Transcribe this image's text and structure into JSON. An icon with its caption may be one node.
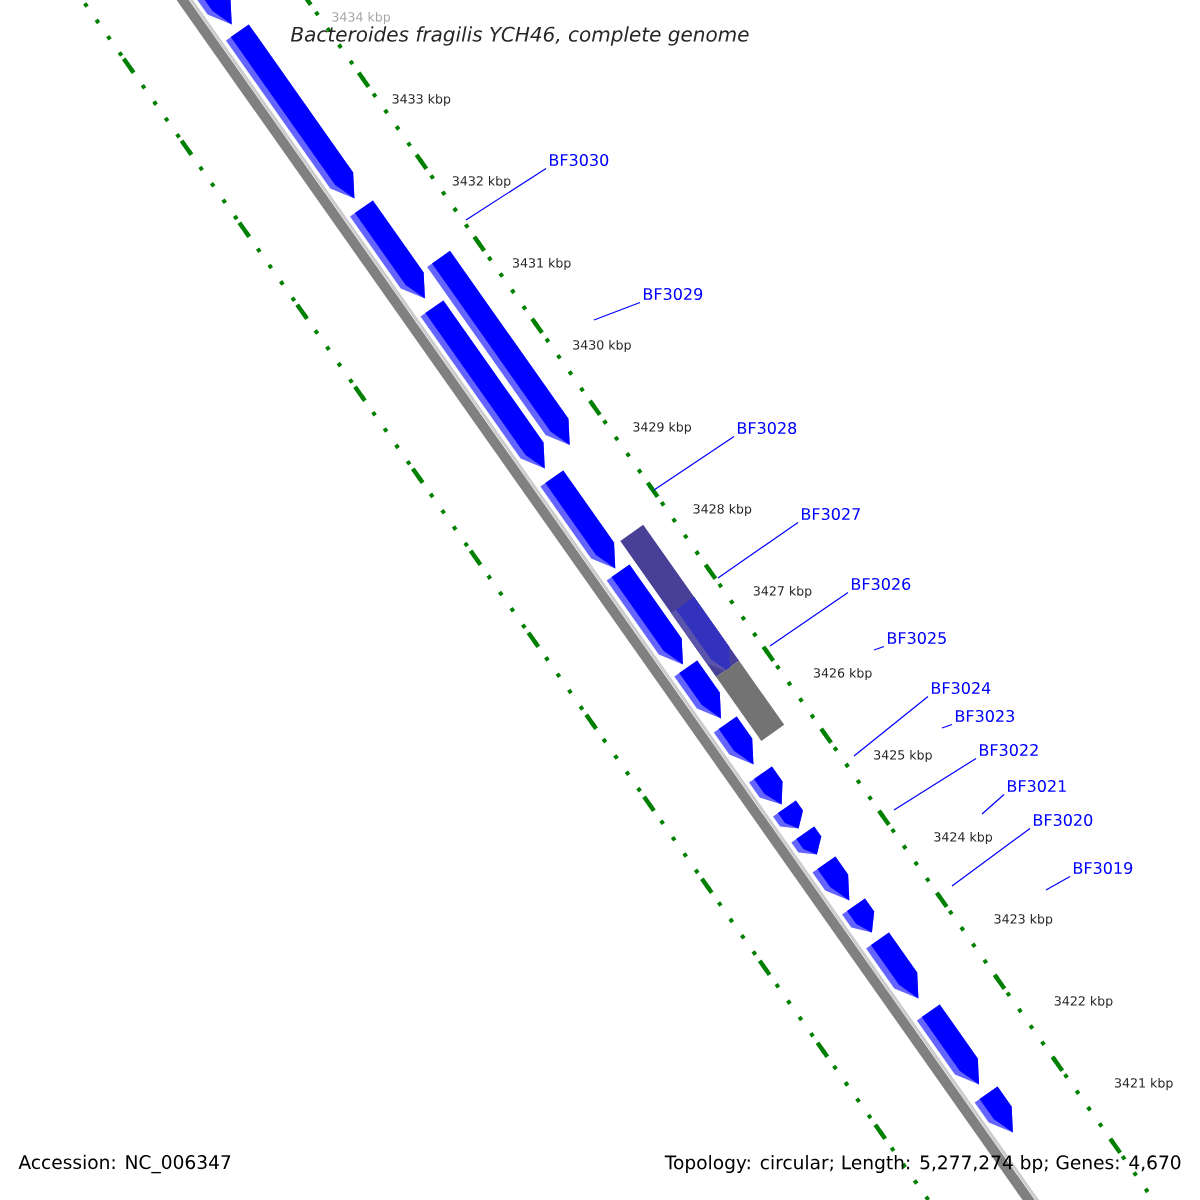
{
  "diagram": {
    "title": "Bacteroides fragilis YCH46, complete genome",
    "nodes": [
      {
        "text": [
          "BF3030"
        ]
      },
      {
        "text": [
          "BF3029"
        ]
      },
      {
        "text": [
          "BF3028"
        ]
      },
      {
        "text": [
          "BF3027"
        ]
      },
      {
        "text": [
          "BF3026"
        ]
      },
      {
        "text": [
          "BF3025"
        ]
      },
      {
        "text": [
          "BF3024"
        ]
      },
      {
        "text": [
          "BF3023"
        ]
      },
      {
        "text": [
          "BF3022"
        ]
      },
      {
        "text": [
          "BF3021"
        ]
      },
      {
        "text": [
          "BF3020"
        ]
      },
      {
        "text": [
          "BF3019"
        ]
      }
    ],
    "edges": [
      {
        "from": 0,
        "to": null,
        "arrow": "none"
      },
      {
        "from": 1,
        "to": null,
        "arrow": "none"
      },
      {
        "from": 2,
        "to": null,
        "arrow": "none"
      },
      {
        "from": 3,
        "to": null,
        "arrow": "none"
      },
      {
        "from": 4,
        "to": null,
        "arrow": "none"
      },
      {
        "from": 5,
        "to": null,
        "arrow": "none"
      },
      {
        "from": 6,
        "to": null,
        "arrow": "none"
      },
      {
        "from": 7,
        "to": null,
        "arrow": "none"
      },
      {
        "from": 8,
        "to": null,
        "arrow": "none"
      },
      {
        "from": 9,
        "to": null,
        "arrow": "none"
      },
      {
        "from": 10,
        "to": null,
        "arrow": "none"
      },
      {
        "from": 11,
        "to": null,
        "arrow": "none"
      }
    ],
    "labels": [
      "3434 kbp",
      "3433 kbp",
      "3432 kbp",
      "3431 kbp",
      "3430 kbp",
      "3429 kbp",
      "3428 kbp",
      "3427 kbp",
      "3426 kbp",
      "3425 kbp",
      "3424 kbp",
      "3423 kbp",
      "3422 kbp",
      "3421 kbp",
      "Accession: NC_006347",
      "Topology: circular; Length: 5,277,274 bp; Genes: 4,670"
    ]
  }
}
